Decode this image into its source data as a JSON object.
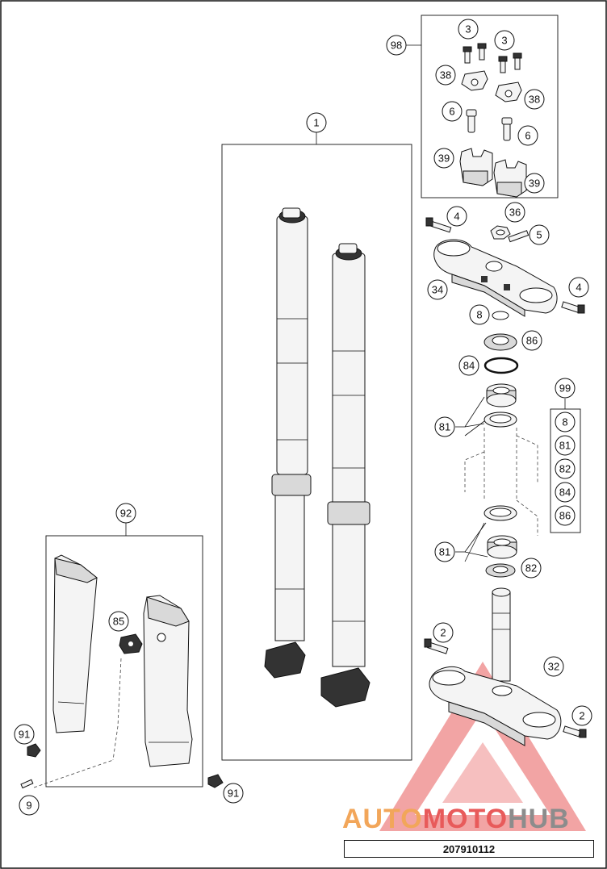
{
  "diagram_code": "207910112",
  "watermark": {
    "part1": "AUTO",
    "part2": "MOTO",
    "part3": "HUB",
    "colors": {
      "auto": "#f2a65a",
      "moto": "#e85a5a",
      "hub": "#8c8c8c"
    }
  },
  "callouts": {
    "c1": "1",
    "c3a": "3",
    "c3b": "3",
    "c98": "98",
    "c38a": "38",
    "c38b": "38",
    "c6a": "6",
    "c6b": "6",
    "c39a": "39",
    "c39b": "39",
    "c4a": "4",
    "c36": "36",
    "c5": "5",
    "c34": "34",
    "c4b": "4",
    "c8": "8",
    "c86": "86",
    "c84": "84",
    "c99": "99",
    "c81a": "81",
    "c81b": "81",
    "c82": "82",
    "c2a": "2",
    "c32": "32",
    "c2b": "2",
    "c92": "92",
    "c85": "85",
    "c91a": "91",
    "c91b": "91",
    "c9": "9"
  },
  "kit_99_items": [
    "8",
    "81",
    "82",
    "84",
    "86"
  ],
  "icons": [
    "fork-leg-icon",
    "triple-clamp-icon",
    "bearing-icon",
    "bolt-icon",
    "fork-guard-icon",
    "watermark-triangle-icon"
  ]
}
